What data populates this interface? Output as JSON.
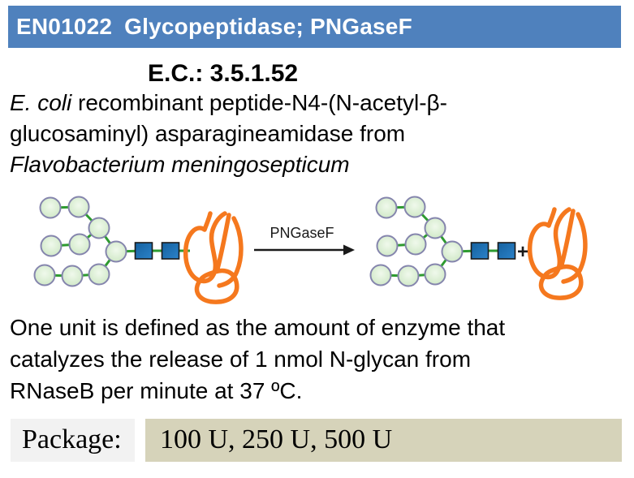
{
  "header": {
    "product_code": "EN01022",
    "product_name": "Glycopeptidase; PNGaseF",
    "bg_color": "#4f81bd"
  },
  "ec_number": "E.C.: 3.5.1.52",
  "description": {
    "line1_italic": "E. coli",
    "line1_rest": " recombinant peptide-N4-(N-acetyl-β-",
    "line2": "glucosaminyl) asparagineamidase from",
    "line3_italic": "Flavobacterium meningosepticum"
  },
  "diagram": {
    "enzyme_label": "PNGaseF",
    "plus_sign": "+",
    "colors": {
      "sugar_circle_fill": "#d9efd2",
      "sugar_circle_border": "#8585ad",
      "linkage_green": "#2e9b30",
      "glcnac_square_blue": "#1e6fb4",
      "protein_orange": "#f5781e",
      "arrow_black": "#1a1a1a"
    }
  },
  "unit_definition": {
    "line1": "One unit is defined as the amount of enzyme that",
    "line2": "catalyzes the release of 1 nmol N-glycan from",
    "line3": "RNaseB per minute at 37 ºC."
  },
  "package": {
    "label": "Package:",
    "value": "100 U, 250 U, 500 U",
    "label_bg": "#f2f2f2",
    "value_bg": "#d6d3ba"
  }
}
